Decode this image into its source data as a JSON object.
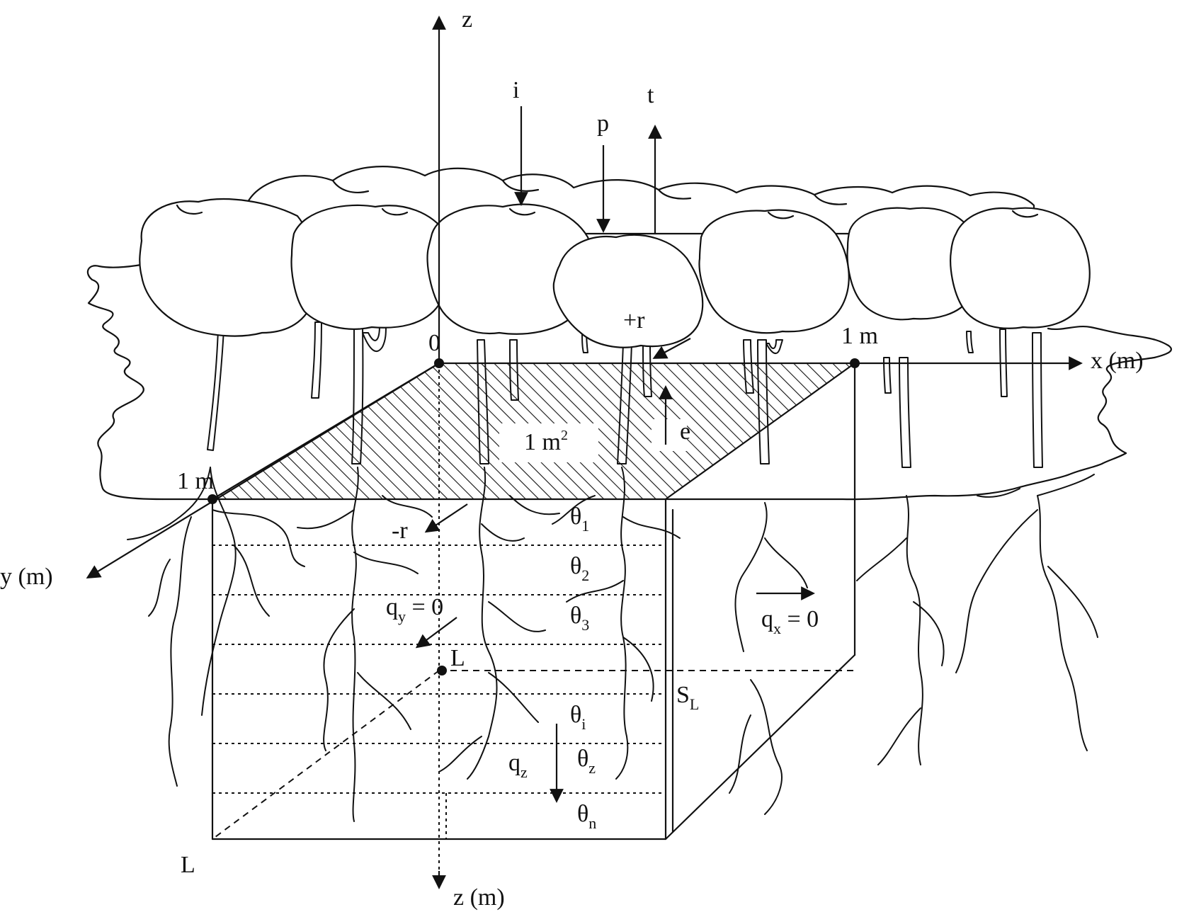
{
  "labels": {
    "z_up": "z",
    "i": "i",
    "p": "p",
    "t": "t",
    "plus_r": "+r",
    "origin": "0",
    "x_end": "1 m",
    "x_axis": "x (m)",
    "e": "e",
    "area_main": "1 m",
    "area_sup": "2",
    "y_end": "1 m",
    "minus_r": "-r",
    "y_axis": "y (m)",
    "theta": "θ",
    "theta1_sub": "1",
    "theta2_sub": "2",
    "theta3_sub": "3",
    "thetai_sub": "i",
    "thetaz_sub": "z",
    "thetan_sub": "n",
    "qy_main": "q",
    "qy_sub": "y",
    "qy_val": " = 0",
    "qx_main": "q",
    "qx_sub": "x",
    "qx_val": " = 0",
    "qz_main": "q",
    "qz_sub": "z",
    "L_point": "L",
    "SL_main": "S",
    "SL_sub": "L",
    "L_corner": "L",
    "z_axis": "z (m)"
  }
}
